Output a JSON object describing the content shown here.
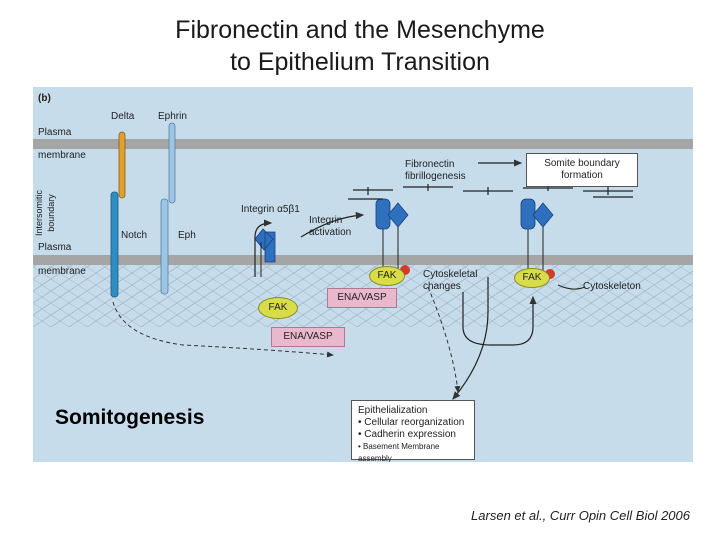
{
  "title": {
    "line1": "Fibronectin and the Mesenchyme",
    "line2": "to Epithelium Transition"
  },
  "panel_label": "(b)",
  "labels": {
    "plasma_top": "Plasma",
    "membrane_top": "membrane",
    "intersomitic": "Intersomitic boundary",
    "plasma_bottom": "Plasma",
    "membrane_bottom": "membrane",
    "delta": "Delta",
    "ephrin": "Ephrin",
    "notch": "Notch",
    "eph": "Eph",
    "integrin": "Integrin α5β1",
    "integrin_activation_1": "Integrin",
    "integrin_activation_2": "activation",
    "fn_fibrillogenesis_1": "Fibronectin",
    "fn_fibrillogenesis_2": "fibrillogenesis",
    "cytoskeletal_1": "Cytoskeletal",
    "cytoskeletal_2": "changes",
    "cytoskeleton": "Cytoskeleton"
  },
  "boxes": {
    "somite_boundary_1": "Somite boundary",
    "somite_boundary_2": "formation",
    "epithelialization_title": "Epithelialization",
    "epi_item_1": "• Cellular reorganization",
    "epi_item_2": "• Cadherin expression",
    "epi_item_3": "• Basement Membrane assembly"
  },
  "proteins": {
    "fak_1": "FAK",
    "fak_2": "FAK",
    "fak_3": "FAK",
    "ena_1": "ENA/VASP",
    "ena_2": "ENA/VASP"
  },
  "somitogenesis": "Somitogenesis",
  "citation": "Larsen et al., Curr Opin Cell Biol 2006",
  "colors": {
    "panel_bg": "#c6dceb",
    "membrane": "#a5a5a5",
    "notch": "#2e8ec4",
    "delta": "#e0a030",
    "ephrin": "#9cc4e4",
    "integrin": "#2e6fbe",
    "fak": "#d8dc4a",
    "ena": "#eab8cc",
    "pfak": "#d23a2a"
  }
}
